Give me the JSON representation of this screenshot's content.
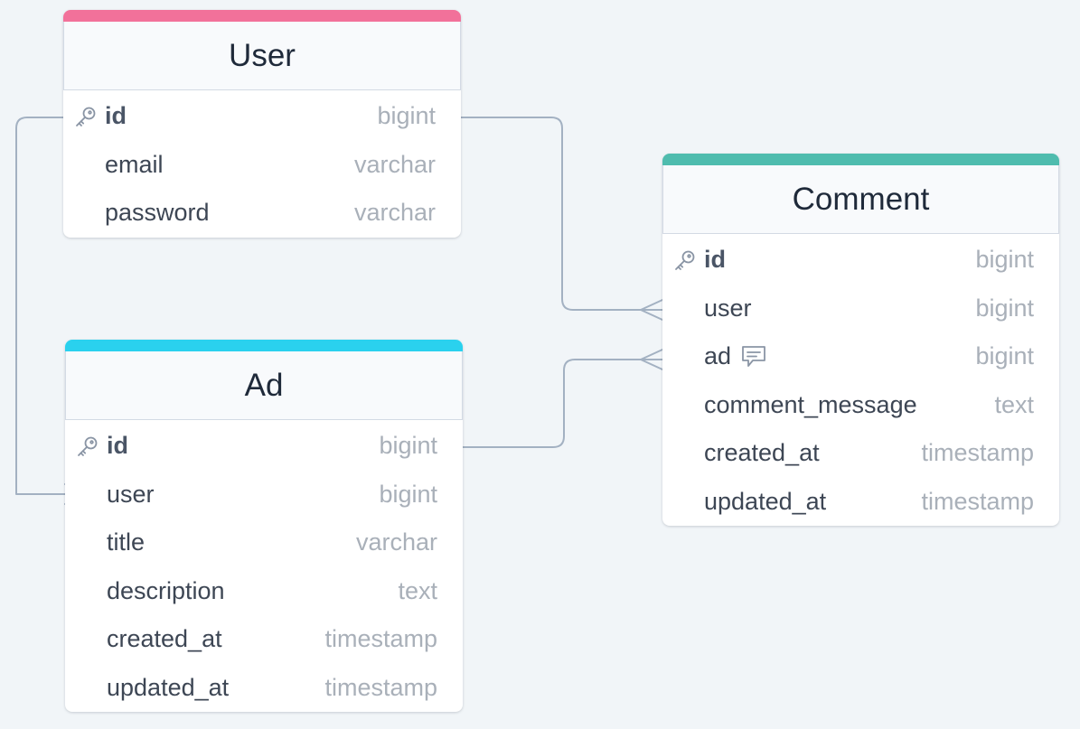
{
  "diagram": {
    "tables": [
      {
        "id": "user",
        "name": "User",
        "color": "#f2719a",
        "fields": [
          {
            "name": "id",
            "type": "bigint",
            "pk": true
          },
          {
            "name": "email",
            "type": "varchar"
          },
          {
            "name": "password",
            "type": "varchar"
          }
        ]
      },
      {
        "id": "ad",
        "name": "Ad",
        "color": "#2ad1ee",
        "fields": [
          {
            "name": "id",
            "type": "bigint",
            "pk": true
          },
          {
            "name": "user",
            "type": "bigint"
          },
          {
            "name": "title",
            "type": "varchar"
          },
          {
            "name": "description",
            "type": "text"
          },
          {
            "name": "created_at",
            "type": "timestamp"
          },
          {
            "name": "updated_at",
            "type": "timestamp"
          }
        ]
      },
      {
        "id": "comment",
        "name": "Comment",
        "color": "#4fbcae",
        "fields": [
          {
            "name": "id",
            "type": "bigint",
            "pk": true
          },
          {
            "name": "user",
            "type": "bigint"
          },
          {
            "name": "ad",
            "type": "bigint",
            "note": true
          },
          {
            "name": "comment_message",
            "type": "text"
          },
          {
            "name": "created_at",
            "type": "timestamp"
          },
          {
            "name": "updated_at",
            "type": "timestamp"
          }
        ]
      }
    ],
    "relationships": [
      {
        "from": "User.id",
        "to": "Ad.user",
        "cardinality": "one-to-many"
      },
      {
        "from": "User.id",
        "to": "Comment.user",
        "cardinality": "one-to-many"
      },
      {
        "from": "Ad.id",
        "to": "Comment.ad",
        "cardinality": "one-to-many"
      }
    ],
    "edge_color": "#a3b1c2",
    "icons": {
      "primary_key": "key-icon",
      "note": "comment-note-icon"
    }
  }
}
